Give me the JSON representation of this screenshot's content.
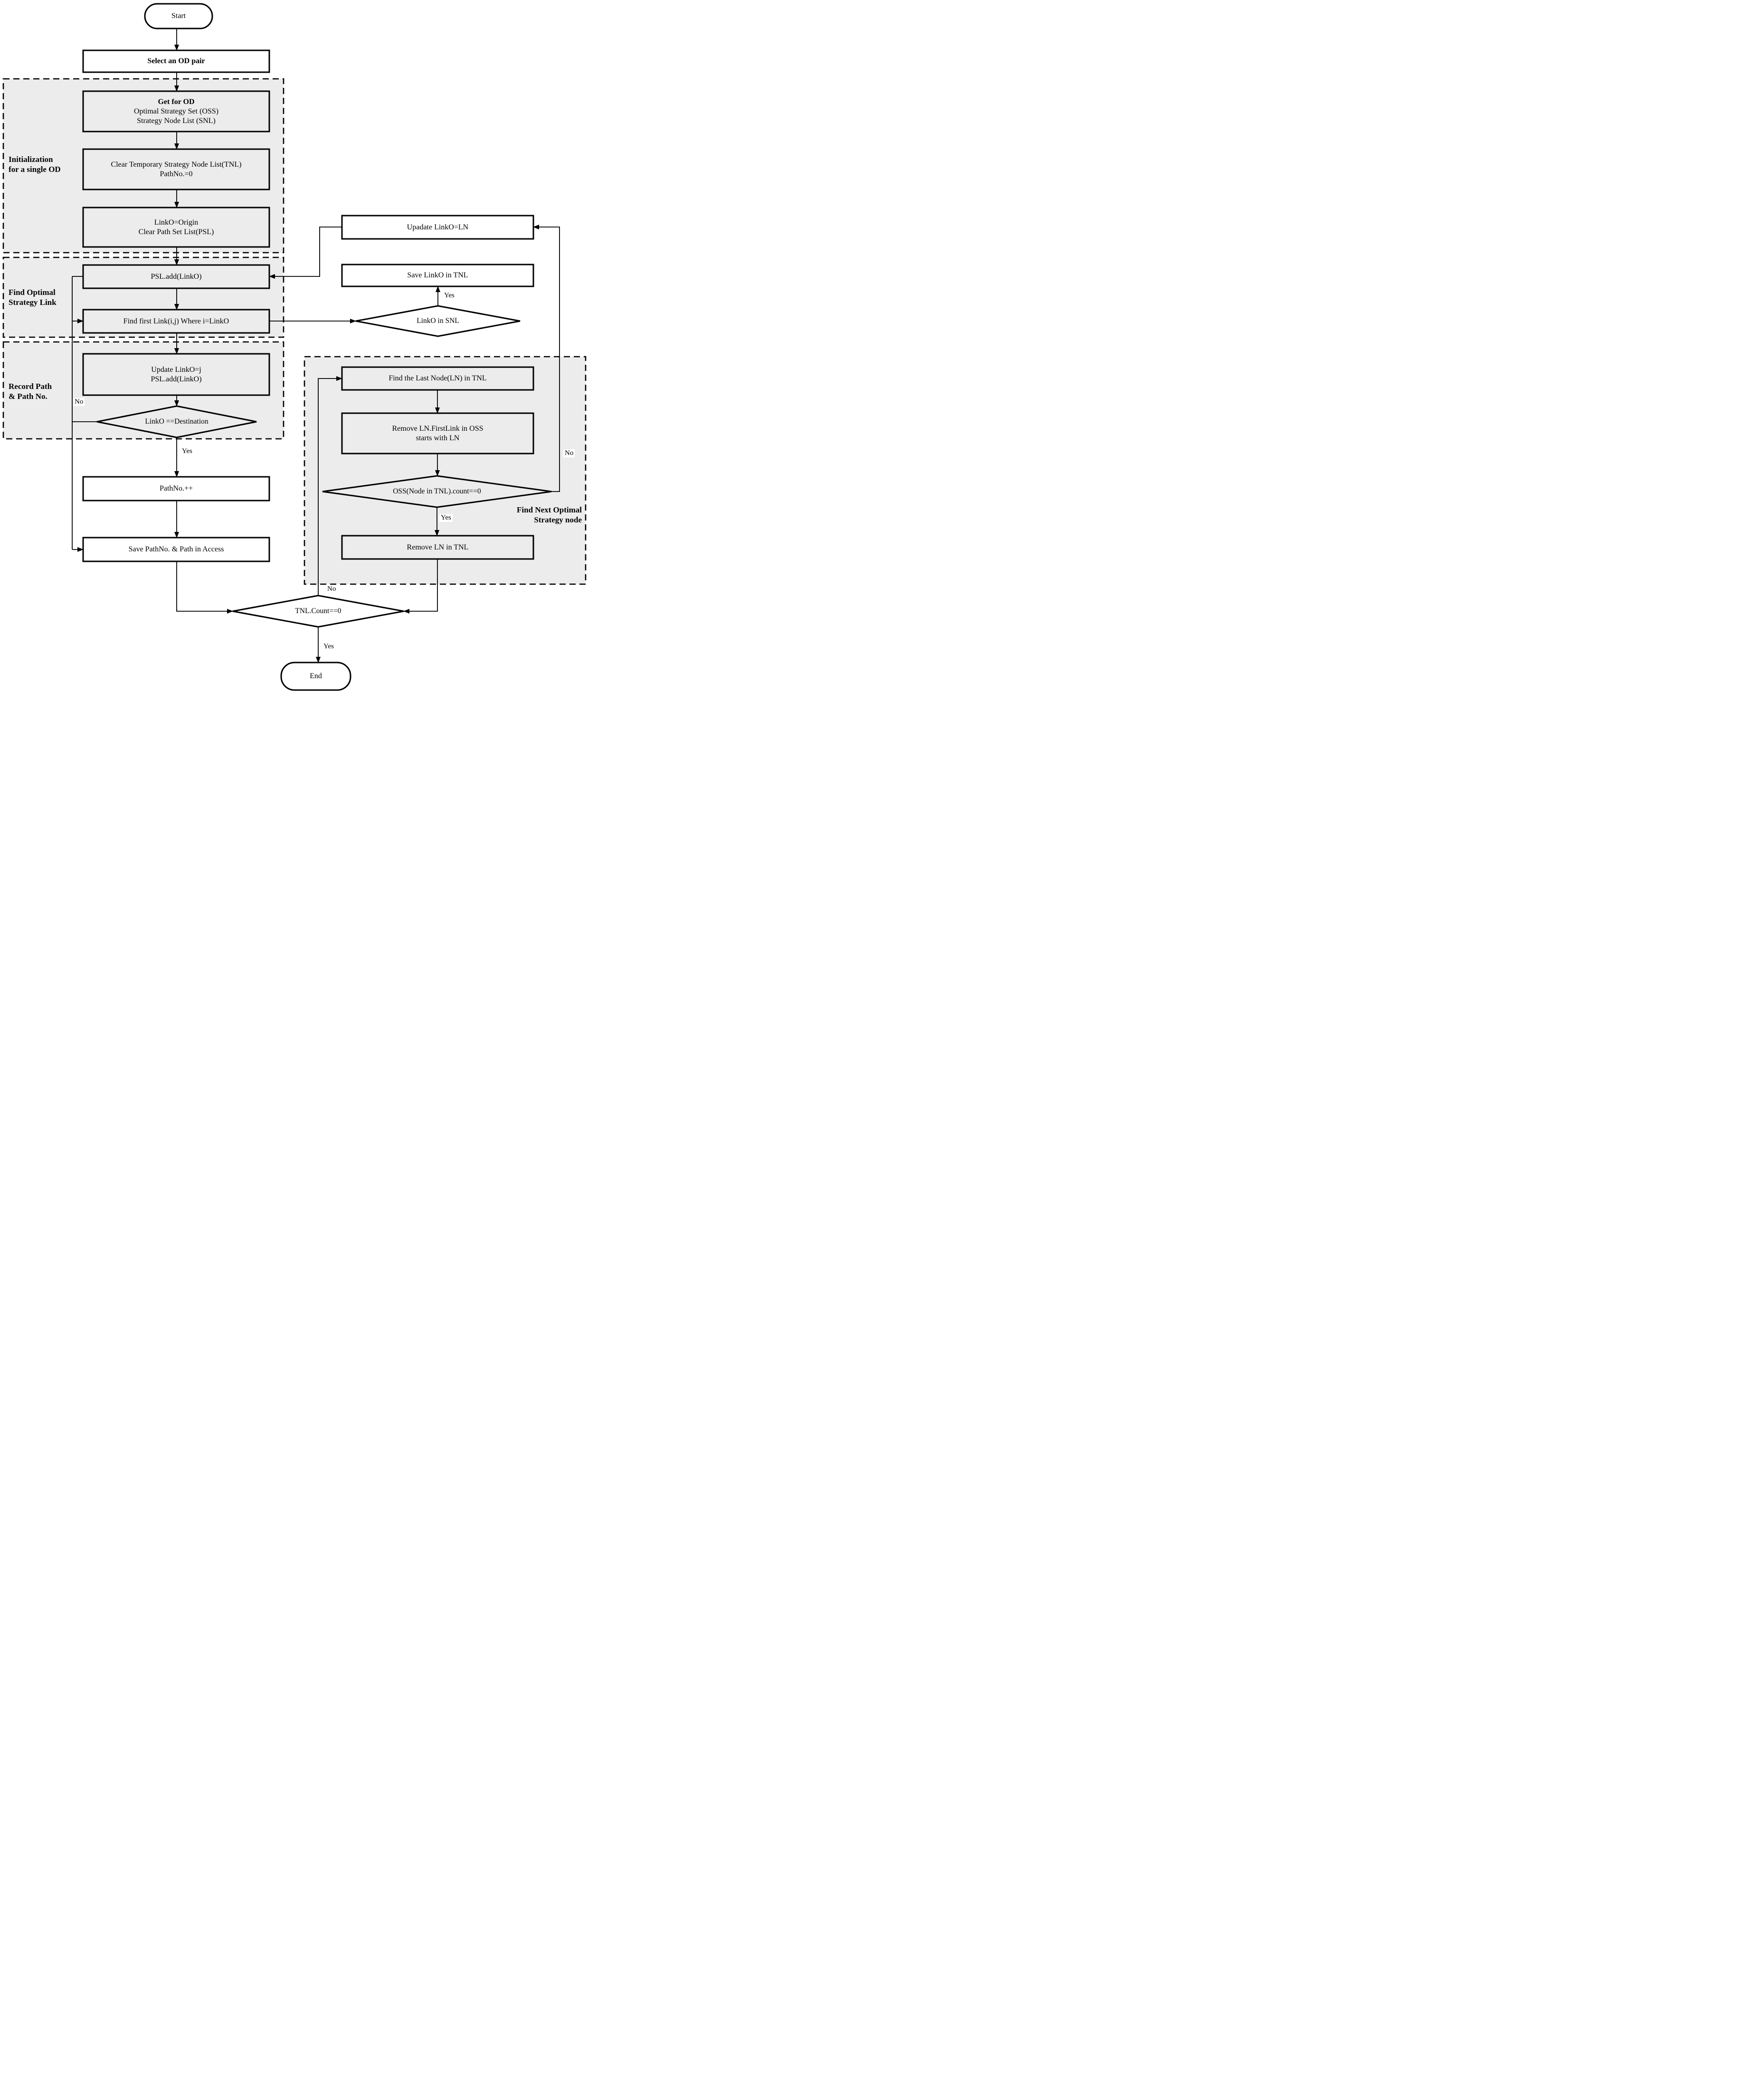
{
  "nodes": {
    "start": {
      "label": "Start"
    },
    "select_od": {
      "label": "Select an OD pair"
    },
    "get_for_od": {
      "line1": "Get for OD",
      "line2": "Optimal Strategy Set (OSS)",
      "line3": "Strategy Node List (SNL)"
    },
    "clear_tnl": {
      "line1": "Clear Temporary Strategy Node List(TNL)",
      "line2": "PathNo.=0"
    },
    "linko_origin": {
      "line1": "LinkO=Origin",
      "line2": "Clear Path Set List(PSL)"
    },
    "psl_add": {
      "label": "PSL.add(LinkO)"
    },
    "find_first_link": {
      "label": "Find first Link(i,j) Where i=LinkO"
    },
    "update_linko": {
      "line1": "Update LinkO=j",
      "line2": "PSL.add(LinkO)"
    },
    "dest_check": {
      "label": "LinkO ==Destination"
    },
    "pathno_inc": {
      "label": "PathNo.++"
    },
    "save_path": {
      "label": "Save PathNo. & Path in Access"
    },
    "tnl_count": {
      "label": "TNL.Count==0"
    },
    "end": {
      "label": "End"
    },
    "upadate_linko_ln": {
      "label": "Upadate LinkO=LN"
    },
    "save_linko_tnl": {
      "label": "Save LinkO in TNL"
    },
    "linko_in_snl": {
      "label": "LinkO in SNL"
    },
    "find_last_node": {
      "label": "Find the Last Node(LN) in TNL"
    },
    "remove_firstlink": {
      "line1": "Remove LN.FirstLink in OSS",
      "line2": "starts with LN"
    },
    "oss_count": {
      "label": "OSS(Node in TNL).count==0"
    },
    "remove_ln": {
      "label": "Remove LN in TNL"
    }
  },
  "groups": {
    "initialization": {
      "line1": "Initialization",
      "line2": "for a single OD"
    },
    "find_optimal": {
      "line1": "Find Optimal",
      "line2": "Strategy Link"
    },
    "record_path": {
      "line1": "Record Path",
      "line2": "& Path No."
    },
    "find_next": {
      "line1": "Find Next Optimal",
      "line2": "Strategy node"
    }
  },
  "edge_labels": {
    "dest_no": "No",
    "dest_yes": "Yes",
    "snl_yes": "Yes",
    "oss_yes": "Yes",
    "oss_no": "No",
    "tnl_no": "No",
    "tnl_yes": "Yes"
  },
  "colors": {
    "region_fill": "#ececec",
    "node_fill_in_region": "#ececec",
    "node_fill": "#ffffff",
    "line": "#000000",
    "background": "#ffffff"
  }
}
